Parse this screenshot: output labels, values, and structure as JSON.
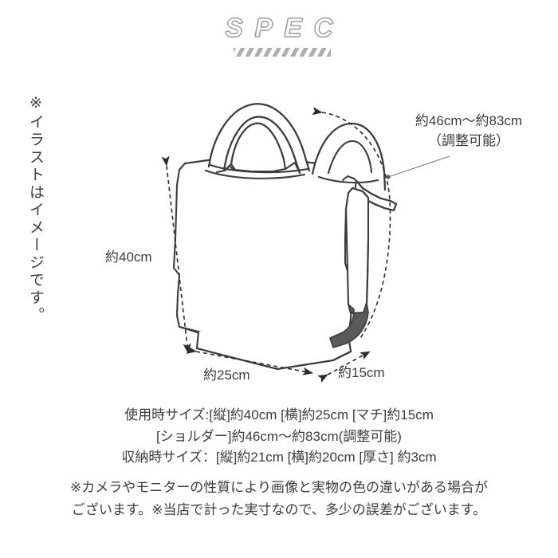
{
  "header": {
    "title": "SPEC",
    "hatch_bar": "striped-divider"
  },
  "side_note": "※イラストはイメージです。",
  "illustration": {
    "alt": "tote bag line drawing with dimension arrows",
    "line_color": "#3c3c3c",
    "strap_fill_color": "#5a5a5a"
  },
  "callouts": {
    "shoulder_line1": "約46cm〜約83cm",
    "shoulder_line2": "（調整可能）",
    "height": "約40cm",
    "width": "約25cm",
    "depth": "約15cm"
  },
  "spec_lines": [
    "使用時サイズ:[縦]約40cm [横]約25cm [マチ]約15cm",
    "[ショルダー]約46cm〜約83cm(調整可能)",
    "収納時サイズ：[縦]約21cm [横]約20cm [厚さ] 約3cm"
  ],
  "disclaimer": [
    "※カメラやモニターの性質により画像と実物の色の違いがある場合が",
    "ございます。※当店で計った実寸なので、多少の誤差がございます。"
  ]
}
